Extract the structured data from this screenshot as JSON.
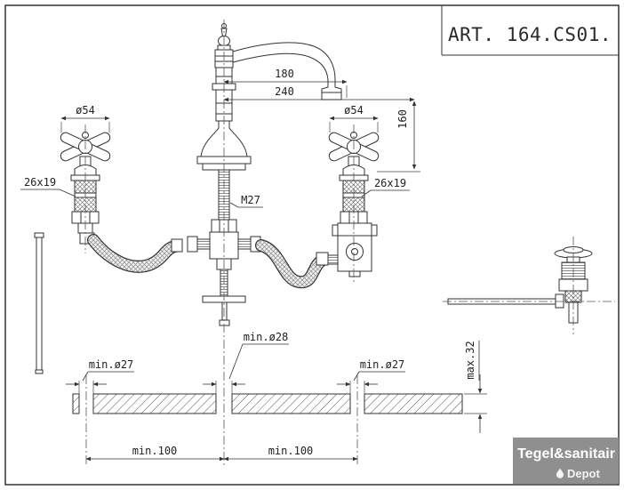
{
  "colors": {
    "line": "#333333",
    "logo_bg": "#8f8f8f",
    "logo_text": "#ffffff"
  },
  "title_block": {
    "art_number": "ART. 164.CS01."
  },
  "dimensions": {
    "spout_reach": "180",
    "overall_reach": "240",
    "spout_height": "160",
    "left_handle_diameter": "ø54",
    "right_handle_diameter": "ø54",
    "left_valve_connection": "26x19",
    "right_valve_connection": "26x19",
    "center_mount_thread": "M27",
    "center_hole_min": "min.ø28",
    "left_hole_min": "min.ø27",
    "right_hole_min": "min.ø27",
    "deck_thickness_max": "max.32",
    "left_hole_spacing": "min.100",
    "right_hole_spacing": "min.100"
  },
  "logo": {
    "brand": "Tegel&sanitair",
    "sub_brand": "Depot"
  }
}
